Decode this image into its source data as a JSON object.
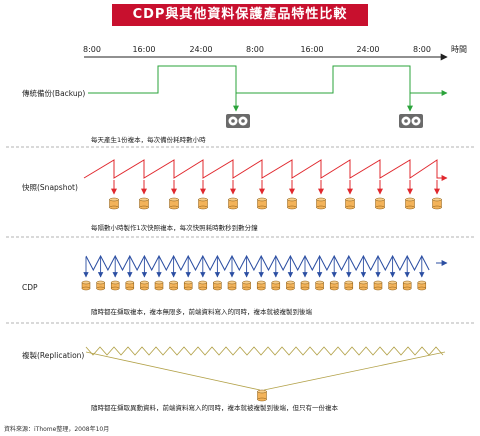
{
  "title": "CDP與其他資料保護產品特性比較",
  "timeline": {
    "ticks": [
      "8:00",
      "16:00",
      "24:00",
      "8:00",
      "16:00",
      "24:00",
      "8:00"
    ],
    "unit_label": "時間"
  },
  "rows": [
    {
      "label": "傳統備份(Backup)",
      "caption": "每天產生1份複本，每次備份耗時數小時"
    },
    {
      "label": "快照(Snapshot)",
      "caption": "每隔數小時製作1次快照複本，每次快照耗時數秒到數分鐘"
    },
    {
      "label": "CDP",
      "caption": "隨時都在擷取複本，複本無限多，前端資料寫入的同時，複本就被複製到後端"
    },
    {
      "label": "複製(Replication)",
      "caption": "隨時都在擷取異動資料，前端資料寫入的同時，複本就被複製到後端，但只有一份複本"
    }
  ],
  "source": "資料來源：iThome整理，2008年10月",
  "colors": {
    "title_bg": "#c8102e",
    "backup": "#2aa33a",
    "snapshot": "#e0282e",
    "cdp": "#2b4ea2",
    "replication": "#b3a24a",
    "disk": "#f3b35a",
    "divider": "#9a9a9a"
  },
  "icons": {
    "tape": "tape-drive-icon",
    "disk": "disk-stack-icon"
  }
}
